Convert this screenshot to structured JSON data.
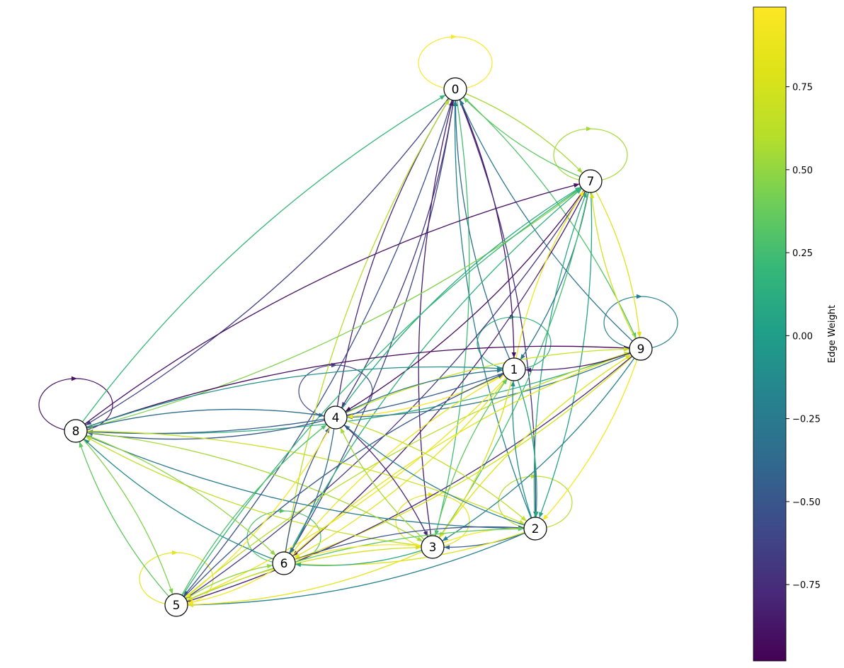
{
  "graph": {
    "nodes": [
      {
        "id": "0"
      },
      {
        "id": "1"
      },
      {
        "id": "2"
      },
      {
        "id": "3"
      },
      {
        "id": "4"
      },
      {
        "id": "5"
      },
      {
        "id": "6"
      },
      {
        "id": "7"
      },
      {
        "id": "8"
      },
      {
        "id": "9"
      }
    ],
    "self_loops": [
      {
        "node": "0",
        "weight": 0.97
      },
      {
        "node": "7",
        "weight": 0.55
      },
      {
        "node": "9",
        "weight": -0.2
      },
      {
        "node": "1",
        "weight": 0.15
      },
      {
        "node": "4",
        "weight": -0.6
      },
      {
        "node": "8",
        "weight": -0.9
      },
      {
        "node": "2",
        "weight": 0.6
      },
      {
        "node": "3",
        "weight": 0.85
      },
      {
        "node": "6",
        "weight": 0.3
      },
      {
        "node": "5",
        "weight": 0.85
      }
    ],
    "edges": [
      {
        "source": "0",
        "target": "8",
        "weight": -0.65
      },
      {
        "source": "0",
        "target": "5",
        "weight": -0.55
      },
      {
        "source": "0",
        "target": "6",
        "weight": -0.6
      },
      {
        "source": "0",
        "target": "4",
        "weight": -0.7
      },
      {
        "source": "0",
        "target": "1",
        "weight": -0.9
      },
      {
        "source": "0",
        "target": "2",
        "weight": -0.75
      },
      {
        "source": "0",
        "target": "3",
        "weight": 0.25
      },
      {
        "source": "0",
        "target": "9",
        "weight": 0.3
      },
      {
        "source": "0",
        "target": "7",
        "weight": 0.55
      },
      {
        "source": "7",
        "target": "0",
        "weight": 0.35
      },
      {
        "source": "9",
        "target": "0",
        "weight": -0.3
      },
      {
        "source": "8",
        "target": "0",
        "weight": 0.2
      },
      {
        "source": "4",
        "target": "0",
        "weight": -0.8
      },
      {
        "source": "6",
        "target": "0",
        "weight": 0.6
      },
      {
        "source": "3",
        "target": "0",
        "weight": -0.85
      },
      {
        "source": "1",
        "target": "0",
        "weight": -0.35
      },
      {
        "source": "2",
        "target": "0",
        "weight": -0.2
      },
      {
        "source": "7",
        "target": "8",
        "weight": 0.45
      },
      {
        "source": "8",
        "target": "7",
        "weight": -0.9
      },
      {
        "source": "7",
        "target": "4",
        "weight": -0.95
      },
      {
        "source": "4",
        "target": "7",
        "weight": 0.1
      },
      {
        "source": "7",
        "target": "6",
        "weight": -0.85
      },
      {
        "source": "7",
        "target": "5",
        "weight": -0.7
      },
      {
        "source": "5",
        "target": "7",
        "weight": 0.2
      },
      {
        "source": "7",
        "target": "2",
        "weight": 0.05
      },
      {
        "source": "2",
        "target": "7",
        "weight": 0.1
      },
      {
        "source": "7",
        "target": "1",
        "weight": -0.3
      },
      {
        "source": "1",
        "target": "7",
        "weight": 0.9
      },
      {
        "source": "7",
        "target": "9",
        "weight": 0.8
      },
      {
        "source": "9",
        "target": "7",
        "weight": 0.75
      },
      {
        "source": "7",
        "target": "3",
        "weight": 0.25
      },
      {
        "source": "6",
        "target": "7",
        "weight": 0.15
      },
      {
        "source": "9",
        "target": "8",
        "weight": 0.1
      },
      {
        "source": "8",
        "target": "9",
        "weight": -0.95
      },
      {
        "source": "9",
        "target": "4",
        "weight": -0.3
      },
      {
        "source": "4",
        "target": "9",
        "weight": 0.7
      },
      {
        "source": "9",
        "target": "6",
        "weight": 0.75
      },
      {
        "source": "6",
        "target": "9",
        "weight": 0.85
      },
      {
        "source": "9",
        "target": "5",
        "weight": -0.8
      },
      {
        "source": "5",
        "target": "9",
        "weight": 0.6
      },
      {
        "source": "9",
        "target": "3",
        "weight": -0.2
      },
      {
        "source": "3",
        "target": "9",
        "weight": 0.8
      },
      {
        "source": "9",
        "target": "2",
        "weight": 0.95
      },
      {
        "source": "9",
        "target": "1",
        "weight": -0.85
      },
      {
        "source": "1",
        "target": "8",
        "weight": -0.45
      },
      {
        "source": "8",
        "target": "1",
        "weight": -0.1
      },
      {
        "source": "1",
        "target": "4",
        "weight": 0.95
      },
      {
        "source": "4",
        "target": "1",
        "weight": -0.3
      },
      {
        "source": "1",
        "target": "6",
        "weight": 0.85
      },
      {
        "source": "6",
        "target": "1",
        "weight": 0.9
      },
      {
        "source": "1",
        "target": "5",
        "weight": 0.9
      },
      {
        "source": "5",
        "target": "1",
        "weight": -0.5
      },
      {
        "source": "1",
        "target": "3",
        "weight": 0.75
      },
      {
        "source": "3",
        "target": "1",
        "weight": 0.35
      },
      {
        "source": "1",
        "target": "2",
        "weight": 0.1
      },
      {
        "source": "2",
        "target": "1",
        "weight": -0.1
      },
      {
        "source": "4",
        "target": "8",
        "weight": -0.5
      },
      {
        "source": "8",
        "target": "4",
        "weight": -0.35
      },
      {
        "source": "8",
        "target": "2",
        "weight": 0.7
      },
      {
        "source": "2",
        "target": "8",
        "weight": -0.25
      },
      {
        "source": "8",
        "target": "3",
        "weight": 0.55
      },
      {
        "source": "3",
        "target": "8",
        "weight": 0.65
      },
      {
        "source": "8",
        "target": "6",
        "weight": 0.5
      },
      {
        "source": "6",
        "target": "8",
        "weight": -0.15
      },
      {
        "source": "8",
        "target": "5",
        "weight": 0.45
      },
      {
        "source": "5",
        "target": "8",
        "weight": 0.35
      },
      {
        "source": "4",
        "target": "2",
        "weight": 0.65
      },
      {
        "source": "2",
        "target": "4",
        "weight": -0.2
      },
      {
        "source": "4",
        "target": "3",
        "weight": -0.8
      },
      {
        "source": "3",
        "target": "4",
        "weight": 0.55
      },
      {
        "source": "4",
        "target": "6",
        "weight": -0.35
      },
      {
        "source": "6",
        "target": "4",
        "weight": -0.5
      },
      {
        "source": "4",
        "target": "5",
        "weight": 0.95
      },
      {
        "source": "5",
        "target": "4",
        "weight": 0.3
      },
      {
        "source": "2",
        "target": "3",
        "weight": -0.45
      },
      {
        "source": "3",
        "target": "2",
        "weight": 0.95
      },
      {
        "source": "2",
        "target": "6",
        "weight": 0.8
      },
      {
        "source": "6",
        "target": "2",
        "weight": -0.55
      },
      {
        "source": "2",
        "target": "5",
        "weight": -0.2
      },
      {
        "source": "5",
        "target": "2",
        "weight": 0.35
      },
      {
        "source": "3",
        "target": "6",
        "weight": 0.1
      },
      {
        "source": "6",
        "target": "3",
        "weight": 0.98
      },
      {
        "source": "3",
        "target": "5",
        "weight": 0.85
      },
      {
        "source": "5",
        "target": "3",
        "weight": 0.75
      },
      {
        "source": "6",
        "target": "5",
        "weight": 0.95
      },
      {
        "source": "5",
        "target": "6",
        "weight": 0.5
      }
    ]
  },
  "colorbar": {
    "label": "Edge Weight",
    "ticks": [
      "0.75",
      "0.50",
      "0.25",
      "0.00",
      "−0.25",
      "−0.50",
      "−0.75"
    ],
    "tick_values": [
      0.75,
      0.5,
      0.25,
      0.0,
      -0.25,
      -0.5,
      -0.75
    ],
    "vmin": -0.98,
    "vmax": 0.99,
    "colormap": "viridis"
  }
}
